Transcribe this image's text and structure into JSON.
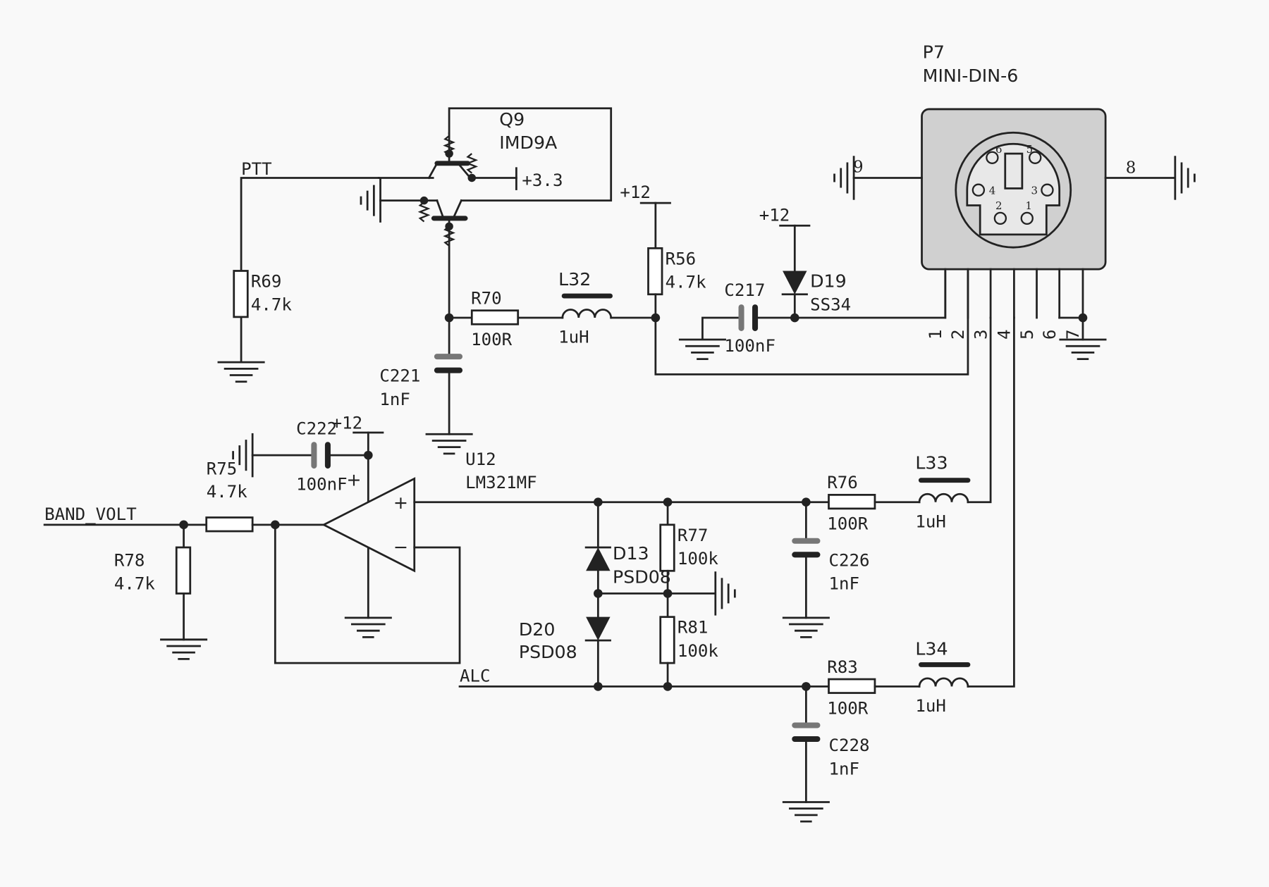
{
  "nets": {
    "ptt": "PTT",
    "band_volt": "BAND_VOLT",
    "alc": "ALC",
    "plus3v3": "+3.3",
    "plus12": "+12"
  },
  "parts": {
    "q9": {
      "ref": "Q9",
      "value": "IMD9A"
    },
    "p7": {
      "ref": "P7",
      "value": "MINI-DIN-6",
      "pins": [
        "1",
        "2",
        "3",
        "4",
        "5",
        "6",
        "7",
        "8",
        "9"
      ],
      "face_pins": [
        "6",
        "5",
        "4",
        "3",
        "2",
        "1"
      ]
    },
    "r69": {
      "ref": "R69",
      "value": "4.7k"
    },
    "r70": {
      "ref": "R70",
      "value": "100R"
    },
    "l32": {
      "ref": "L32",
      "value": "1uH"
    },
    "r56": {
      "ref": "R56",
      "value": "4.7k"
    },
    "c217": {
      "ref": "C217",
      "value": "100nF"
    },
    "d19": {
      "ref": "D19",
      "value": "SS34"
    },
    "c221": {
      "ref": "C221",
      "value": "1nF"
    },
    "c222": {
      "ref": "C222",
      "value": "100nF"
    },
    "r75": {
      "ref": "R75",
      "value": "4.7k"
    },
    "u12": {
      "ref": "U12",
      "value": "LM321MF"
    },
    "r78": {
      "ref": "R78",
      "value": "4.7k"
    },
    "d13": {
      "ref": "D13",
      "value": "PSD08"
    },
    "d20": {
      "ref": "D20",
      "value": "PSD08"
    },
    "r77": {
      "ref": "R77",
      "value": "100k"
    },
    "r81": {
      "ref": "R81",
      "value": "100k"
    },
    "r76": {
      "ref": "R76",
      "value": "100R"
    },
    "l33": {
      "ref": "L33",
      "value": "1uH"
    },
    "c226": {
      "ref": "C226",
      "value": "1nF"
    },
    "r83": {
      "ref": "R83",
      "value": "100R"
    },
    "l34": {
      "ref": "L34",
      "value": "1uH"
    },
    "c228": {
      "ref": "C228",
      "value": "1nF"
    }
  },
  "opamp": {
    "plus": "+",
    "minus": "−",
    "supply_plus": "+"
  }
}
